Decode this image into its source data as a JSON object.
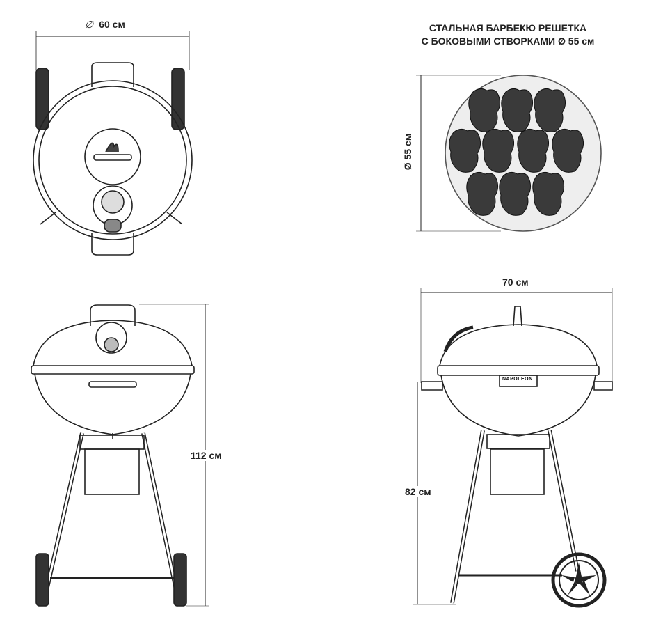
{
  "views": {
    "top_view": {
      "dimension_label": "60 см",
      "diameter_symbol": "∅"
    },
    "grate": {
      "title_line1": "СТАЛЬНАЯ БАРБЕКЮ РЕШЕТКА",
      "title_line2": "С БОКОВЫМИ СТВОРКАМИ Ø 55 см",
      "dimension_label": "Ø 55 см"
    },
    "front_view": {
      "height_label": "112 см"
    },
    "side_view": {
      "width_label": "70 см",
      "height_label": "82 см",
      "brand_logo": "NAPOLEON"
    }
  },
  "colors": {
    "line": "#222222",
    "meat": "#3a3a3a"
  }
}
